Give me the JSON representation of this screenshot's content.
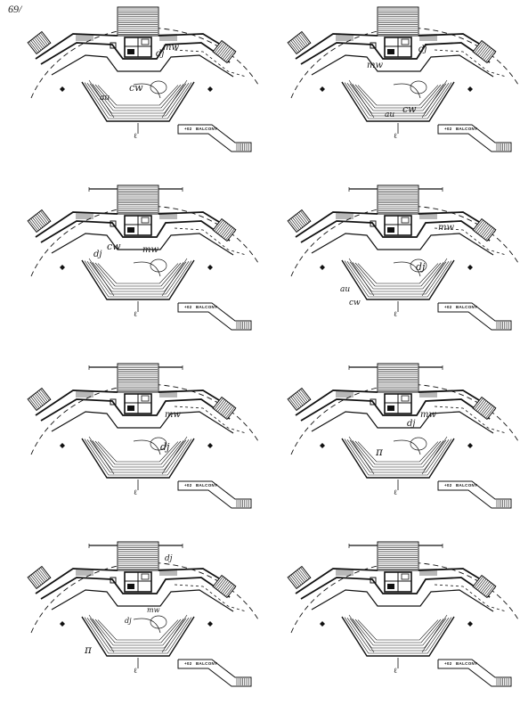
{
  "page_number": "69/",
  "diagram": {
    "balcony_label": "BALCONY",
    "balcony_tag": "+02",
    "centerline_label": "ℓ"
  },
  "plans": [
    {
      "notes": [
        "mw",
        "dj",
        "cw",
        "au"
      ]
    },
    {
      "notes": [
        "dj",
        "mw",
        "cw",
        "au"
      ]
    },
    {
      "notes": [
        "mw",
        "cw",
        "dj"
      ]
    },
    {
      "notes": [
        "mw",
        "dj",
        "au",
        "cw"
      ]
    },
    {
      "notes": [
        "mw",
        "dj"
      ]
    },
    {
      "notes": [
        "mw",
        "dj",
        "π"
      ]
    },
    {
      "notes": [
        "dj",
        "mw",
        "dj",
        "π"
      ]
    },
    {
      "notes": []
    }
  ]
}
